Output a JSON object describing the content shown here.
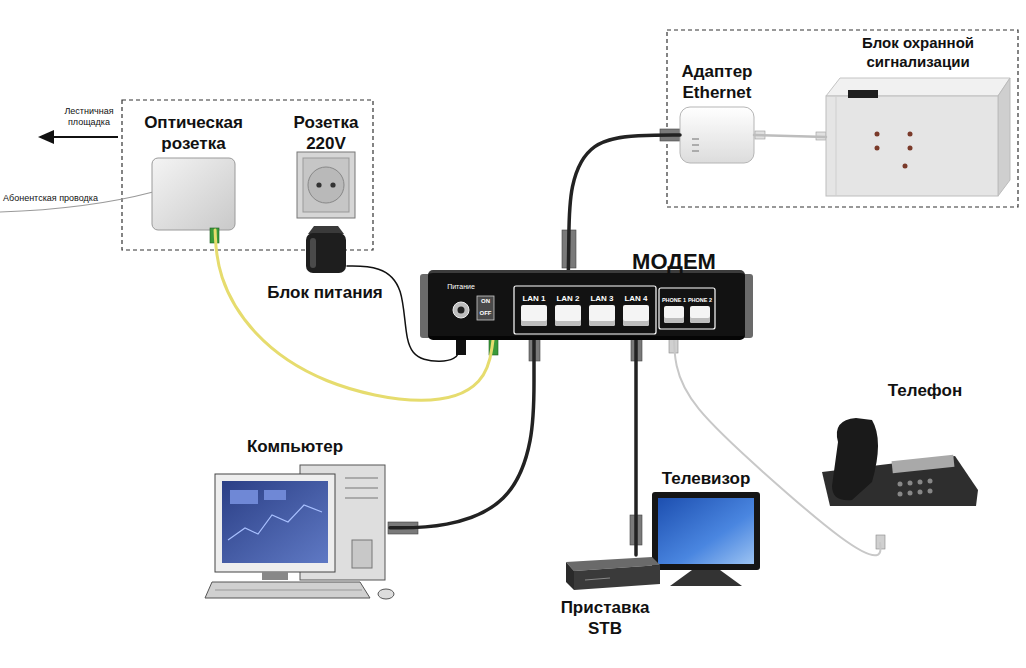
{
  "diagram": {
    "nodes": [
      {
        "text": [
          "Оптическая розетка"
        ]
      },
      {
        "text": [
          "Розетка 220V"
        ]
      },
      {
        "text": [
          "Блок питания"
        ]
      },
      {
        "text": [
          "МОДЕМ"
        ]
      },
      {
        "text": [
          "LAN 1"
        ],
        "in": 3
      },
      {
        "text": [
          "LAN 2"
        ],
        "in": 3
      },
      {
        "text": [
          "LAN 3"
        ],
        "in": 3
      },
      {
        "text": [
          "LAN 4"
        ],
        "in": 3
      },
      {
        "text": [
          "PHONE 1"
        ],
        "in": 3
      },
      {
        "text": [
          "PHONE 2"
        ],
        "in": 3
      },
      {
        "text": [
          "Адаптер Ethernet"
        ]
      },
      {
        "text": [
          "Блок охранной сигнализации"
        ]
      },
      {
        "text": [
          "Компьютер"
        ]
      },
      {
        "text": [
          "Приставка STB"
        ]
      },
      {
        "text": [
          "Телевизор"
        ]
      },
      {
        "text": [
          "Телефон"
        ]
      }
    ],
    "edges": [
      {
        "from": 0,
        "to": 3,
        "arrow": "none"
      },
      {
        "from": 2,
        "to": 3,
        "arrow": "none"
      },
      {
        "from": 10,
        "to": 5,
        "arrow": "none"
      },
      {
        "from": 10,
        "to": 11,
        "arrow": "none"
      },
      {
        "from": 12,
        "to": 4,
        "arrow": "none"
      },
      {
        "from": 13,
        "to": 7,
        "arrow": "none"
      },
      {
        "from": 15,
        "to": 8,
        "arrow": "none"
      }
    ],
    "labels": [
      "Лестничная площадка",
      "Абонентская проводка",
      "Питание",
      "ON",
      "OFF"
    ]
  }
}
